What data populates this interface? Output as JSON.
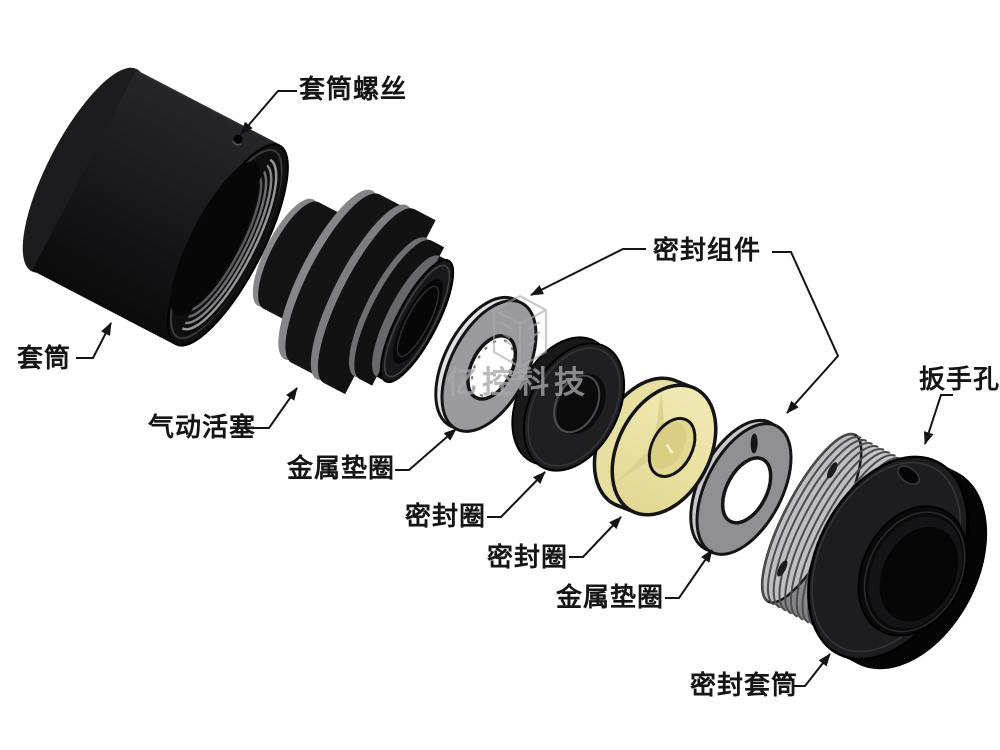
{
  "watermark": {
    "text": "亿控科技",
    "logo": "cube-logo",
    "color": "#a8a8ac"
  },
  "parts": [
    {
      "name": "sleeve",
      "label": "套筒"
    },
    {
      "name": "sleeve-screw",
      "label": "套筒螺丝"
    },
    {
      "name": "pneumatic-piston",
      "label": "气动活塞"
    },
    {
      "name": "metal-washer-1",
      "label": "金属垫圈"
    },
    {
      "name": "seal-ring-1",
      "label": "密封圈"
    },
    {
      "name": "seal-ring-2",
      "label": "密封圈"
    },
    {
      "name": "metal-washer-2",
      "label": "金属垫圈"
    },
    {
      "name": "seal-assembly",
      "label": "密封组件"
    },
    {
      "name": "wrench-hole",
      "label": "扳手孔"
    },
    {
      "name": "seal-sleeve",
      "label": "密封套筒"
    }
  ],
  "colors": {
    "background": "#ffffff",
    "part_black": "#161616",
    "washer_gray": "#9b9b9f",
    "seal_yellow": "#ece4a8",
    "thread_gray": "#ababad",
    "leader_line": "#141414"
  }
}
